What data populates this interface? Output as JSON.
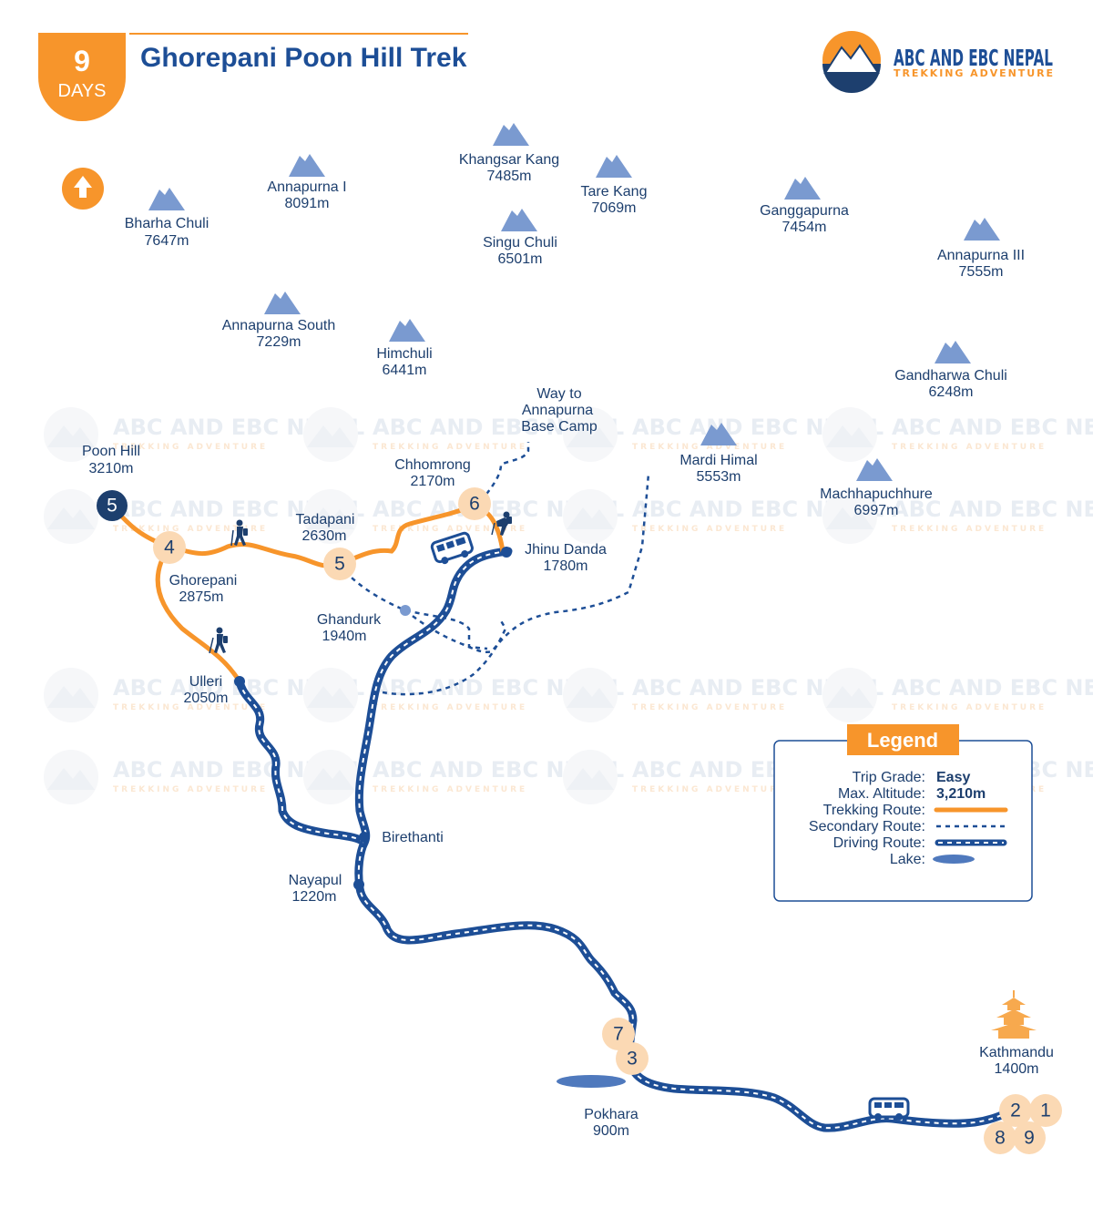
{
  "header": {
    "days_number": "9",
    "days_label": "DAYS",
    "title": "Ghorepani Poon Hill Trek"
  },
  "brand": {
    "name": "ABC AND EBC NEPAL",
    "tagline": "TREKKING ADVENTURE"
  },
  "north_icon": "tree-icon",
  "peaks": [
    {
      "name": "Bharha Chuli",
      "alt": "7647m"
    },
    {
      "name": "Annapurna I",
      "alt": "8091m"
    },
    {
      "name": "Khangsar Kang",
      "alt": "7485m"
    },
    {
      "name": "Tare Kang",
      "alt": "7069m"
    },
    {
      "name": "Singu Chuli",
      "alt": "6501m"
    },
    {
      "name": "Ganggapurna",
      "alt": "7454m"
    },
    {
      "name": "Annapurna III",
      "alt": "7555m"
    },
    {
      "name": "Annapurna South",
      "alt": "7229m"
    },
    {
      "name": "Himchuli",
      "alt": "6441m"
    },
    {
      "name": "Gandharwa Chuli",
      "alt": "6248m"
    },
    {
      "name": "Mardi Himal",
      "alt": "5553m"
    },
    {
      "name": "Machhapuchhure",
      "alt": "6997m"
    }
  ],
  "places": [
    {
      "name": "Poon Hill",
      "alt": "3210m"
    },
    {
      "name": "Ghorepani",
      "alt": "2875m"
    },
    {
      "name": "Tadapani",
      "alt": "2630m"
    },
    {
      "name": "Chhomrong",
      "alt": "2170m"
    },
    {
      "name": "Jhinu Danda",
      "alt": "1780m"
    },
    {
      "name": "Ghandurk",
      "alt": "1940m"
    },
    {
      "name": "Ulleri",
      "alt": "2050m"
    },
    {
      "name": "Birethanti",
      "alt": ""
    },
    {
      "name": "Nayapul",
      "alt": "1220m"
    },
    {
      "name": "Pokhara",
      "alt": "900m"
    },
    {
      "name": "Kathmandu",
      "alt": "1400m"
    }
  ],
  "abc_label": [
    "Way to",
    "Annapurna",
    "Base Camp"
  ],
  "day_markers": [
    "5",
    "4",
    "5",
    "6",
    "7",
    "3",
    "2",
    "1",
    "8",
    "9"
  ],
  "legend": {
    "title": "Legend",
    "trip_grade_label": "Trip Grade:",
    "trip_grade_value": "Easy",
    "max_alt_label": "Max. Altitude:",
    "max_alt_value": "3,210m",
    "trekking_label": "Trekking Route:",
    "secondary_label": "Secondary Route:",
    "driving_label": "Driving Route:",
    "lake_label": "Lake:"
  },
  "colors": {
    "orange": "#f7952b",
    "navy": "#1d3f6e",
    "route_blue": "#1d4e96",
    "peak_blue": "#7a9ad0",
    "marker_fill": "#fbd9b4"
  }
}
